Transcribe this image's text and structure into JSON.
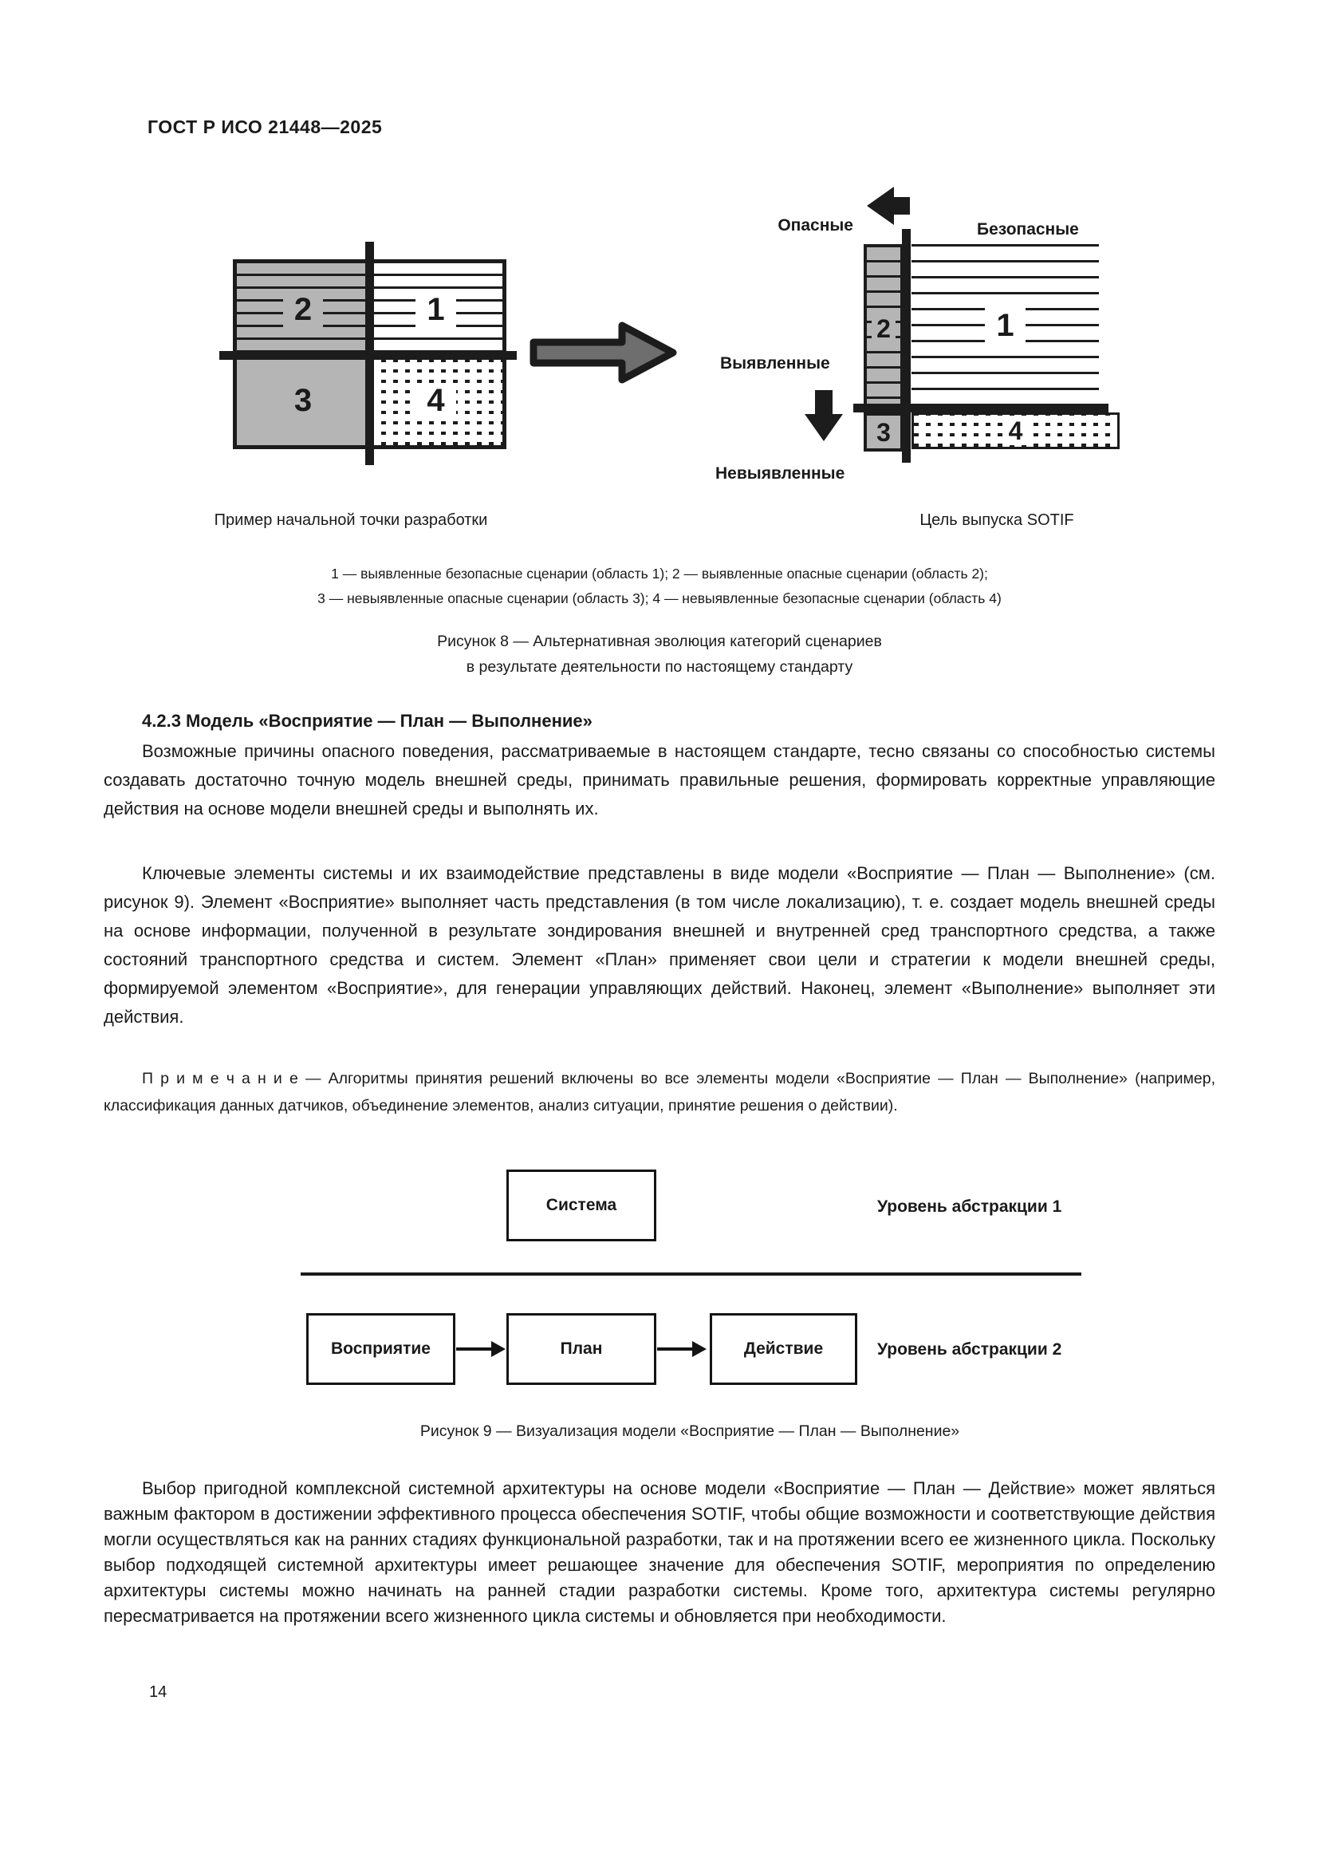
{
  "page": {
    "header": "ГОСТ Р ИСО 21448—2025",
    "page_number": "14"
  },
  "colors": {
    "region_gray": "#b5b5b5",
    "transition_arrow_gray": "#6e6e6e",
    "line_black": "#1c1c1c"
  },
  "figure8": {
    "regions": {
      "r1": "1",
      "r2": "2",
      "r3": "3",
      "r4": "4"
    },
    "labels": {
      "dangerous": "Опасные",
      "safe": "Безопасные",
      "identified": "Выявленные",
      "unidentified": "Невыявленные"
    },
    "caption_left": "Пример начальной точки разработки",
    "caption_right": "Цель выпуска SOTIF",
    "legend_line1": "1 — выявленные безопасные сценарии (область 1); 2 — выявленные опасные сценарии (область 2);",
    "legend_line2": "3 — невыявленные опасные сценарии (область 3); 4 — невыявленные безопасные сценарии (область 4)",
    "caption_line1": "Рисунок 8 — Альтернативная эволюция категорий сценариев",
    "caption_line2": "в результате деятельности по настоящему стандарту"
  },
  "section": {
    "heading": "4.2.3 Модель «Восприятие — План — Выполнение»",
    "para1": "Возможные причины опасного поведения, рассматриваемые в настоящем стандарте, тесно связаны со способностью системы создавать достаточно точную модель внешней среды, принимать правильные решения, формировать корректные управляющие действия на основе модели внешней среды и выполнять их.",
    "para2": "Ключевые элементы системы и их взаимодействие представлены в виде модели «Восприятие — План — Выполнение» (см. рисунок 9). Элемент «Восприятие» выполняет часть представления (в том числе локализацию), т. е. создает модель внешней среды на основе информации, полученной в результате зондирования внешней и внутренней сред транспортного средства, а также состояний транспортного средства и систем. Элемент «План» применяет свои цели и стратегии к модели внешней среды, формируемой элементом «Восприятие», для генерации управляющих действий. Наконец, элемент «Выполнение» выполняет эти действия.",
    "note_label": "П р и м е ч а н и е",
    "note_text": "— Алгоритмы принятия решений включены во все элементы модели «Восприятие — План — Выполнение» (например, классификация данных датчиков, объединение элементов, анализ ситуации, принятие решения о действии).",
    "para3": "Выбор пригодной комплексной системной архитектуры на основе модели «Восприятие — План — Действие» может являться важным фактором в достижении эффективного процесса обеспечения SOTIF, чтобы общие возможности и соответствующие действия могли осуществляться как на ранних стадиях функциональной разработки, так и на протяжении всего ее жизненного цикла. Поскольку выбор подходящей системной архитектуры имеет решающее значение для обеспечения SOTIF, мероприятия по определению архитектуры системы можно начинать на ранней стадии разработки системы. Кроме того, архитектура системы регулярно пересматривается на протяжении всего жизненного цикла системы и обновляется при необходимости."
  },
  "figure9": {
    "box_system": "Система",
    "box_perception": "Восприятие",
    "box_plan": "План",
    "box_action": "Действие",
    "level1": "Уровень абстракции 1",
    "level2": "Уровень абстракции 2",
    "caption": "Рисунок 9 — Визуализация модели «Восприятие — План — Выполнение»"
  }
}
